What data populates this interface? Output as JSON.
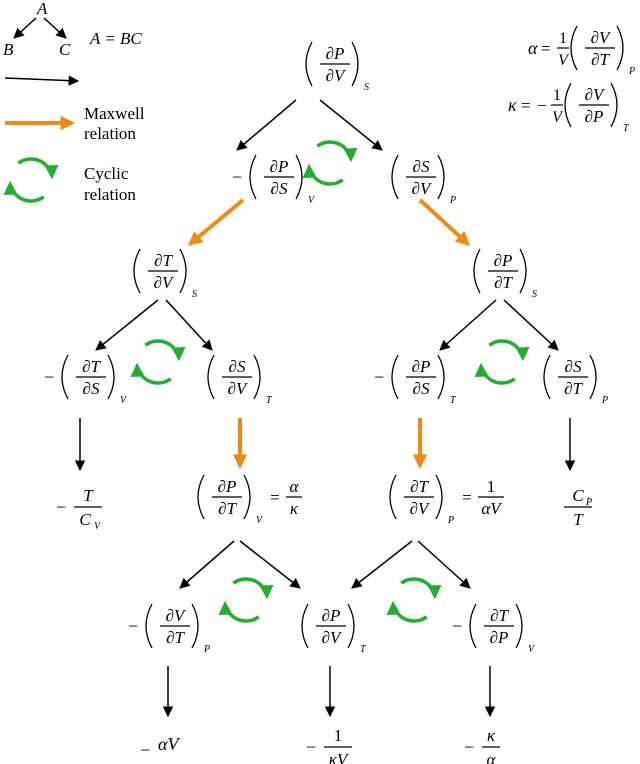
{
  "legend": {
    "tree": {
      "parent": "A",
      "left": "B",
      "right": "C",
      "equation": "A = BC"
    },
    "maxwell_label": [
      "Maxwell",
      "relation"
    ],
    "cyclic_label": [
      "Cyclic",
      "relation"
    ]
  },
  "definitions": {
    "alpha": {
      "lhs": "α",
      "sign": "",
      "coef_num": "1",
      "coef_den": "V",
      "num": "∂V",
      "den": "∂T",
      "sub": "P"
    },
    "kappa": {
      "lhs": "κ",
      "sign": "−",
      "coef_num": "1",
      "coef_den": "V",
      "num": "∂V",
      "den": "∂P",
      "sub": "T"
    }
  },
  "nodes": {
    "root": {
      "sign": "",
      "num": "∂P",
      "den": "∂V",
      "sub": "S"
    },
    "l1_left": {
      "sign": "−",
      "num": "∂P",
      "den": "∂S",
      "sub": "V"
    },
    "l1_right": {
      "sign": "",
      "num": "∂S",
      "den": "∂V",
      "sub": "P"
    },
    "l2_left": {
      "sign": "",
      "num": "∂T",
      "den": "∂V",
      "sub": "S"
    },
    "l2_right": {
      "sign": "",
      "num": "∂P",
      "den": "∂T",
      "sub": "S"
    },
    "l3_a": {
      "sign": "−",
      "num": "∂T",
      "den": "∂S",
      "sub": "V"
    },
    "l3_b": {
      "sign": "",
      "num": "∂S",
      "den": "∂V",
      "sub": "T"
    },
    "l3_c": {
      "sign": "−",
      "num": "∂P",
      "den": "∂S",
      "sub": "T"
    },
    "l3_d": {
      "sign": "",
      "num": "∂S",
      "den": "∂T",
      "sub": "P"
    },
    "l4_b": {
      "sign": "",
      "num": "∂P",
      "den": "∂T",
      "sub": "V",
      "eq_num": "α",
      "eq_den": "κ"
    },
    "l4_c": {
      "sign": "",
      "num": "∂T",
      "den": "∂V",
      "sub": "P",
      "eq_num": "1",
      "eq_den": "αV"
    },
    "l5_a": {
      "sign": "−",
      "num": "∂V",
      "den": "∂T",
      "sub": "P"
    },
    "l5_b": {
      "sign": "",
      "num": "∂P",
      "den": "∂V",
      "sub": "T"
    },
    "l5_c": {
      "sign": "−",
      "num": "∂T",
      "den": "∂P",
      "sub": "V"
    }
  },
  "results": {
    "r_a": {
      "sign": "−",
      "num": "T",
      "den": "C",
      "den_sub": "V"
    },
    "r_d": {
      "sign": "",
      "num": "C",
      "num_sub": "P",
      "den": "T"
    },
    "r_5a": {
      "sign": "−",
      "text": "αV"
    },
    "r_5b": {
      "sign": "−",
      "num": "1",
      "den": "κV"
    },
    "r_5c": {
      "sign": "−",
      "num": "κ",
      "den": "α"
    }
  },
  "colors": {
    "black_arrow": "#000000",
    "maxwell": "#f08a14",
    "cyclic": "#20b030"
  }
}
